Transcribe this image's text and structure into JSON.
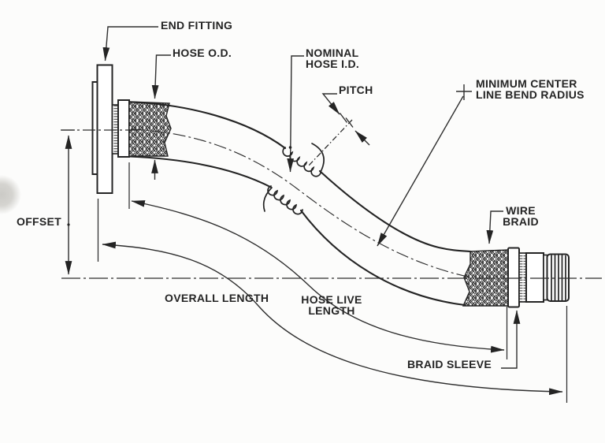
{
  "colors": {
    "paper": "#fcfcfb",
    "ink": "#242424",
    "dim": "#2e2e2e",
    "artifact": "#d2d1cd"
  },
  "figure": {
    "callouts": {
      "end_fitting": {
        "lines": [
          "END FITTING"
        ]
      },
      "hose_od": {
        "lines": [
          "HOSE O.D."
        ]
      },
      "nominal_hose_id": {
        "lines": [
          "NOMINAL",
          "HOSE I.D."
        ]
      },
      "pitch": {
        "lines": [
          "PITCH"
        ]
      },
      "min_bend_radius": {
        "lines": [
          "MINIMUM CENTER",
          "LINE BEND RADIUS"
        ]
      },
      "offset": {
        "lines": [
          "OFFSET"
        ]
      },
      "overall_length": {
        "lines": [
          "OVERALL LENGTH"
        ]
      },
      "hose_live_length": {
        "lines": [
          "HOSE LIVE",
          "LENGTH"
        ]
      },
      "wire_braid": {
        "lines": [
          "WIRE",
          "BRAID"
        ]
      },
      "braid_sleeve": {
        "lines": [
          "BRAID SLEEVE"
        ]
      }
    }
  }
}
